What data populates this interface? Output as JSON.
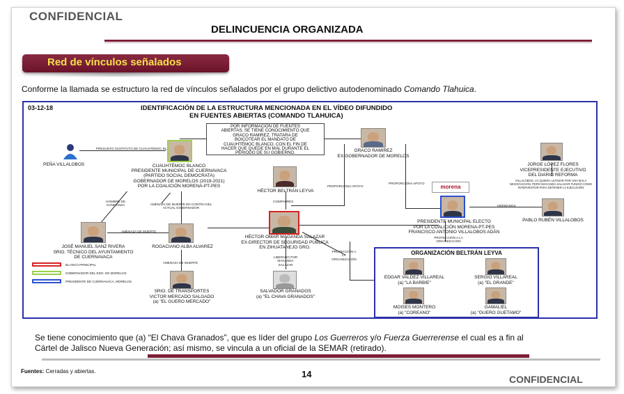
{
  "header": {
    "confidential_top": "CONFIDENCIAL",
    "title": "DELINCUENCIA ORGANIZADA",
    "section_tag": "Red de vínculos  señalados"
  },
  "intro": {
    "text": "Conforme la llamada se  estructuro la red de vínculos señalados por el grupo delictivo autodenominado ",
    "group": "Comando Tlahuica",
    "end": "."
  },
  "chart": {
    "date": "03-12-18",
    "title_line1": "IDENTIFICACIÓN DE LA ESTRUCTURA MENCIONADA EN EL VÍDEO DIFUNDIDO",
    "title_line2": "EN FUENTES ABIERTAS (COMANDO TLAHUICA)",
    "note_box": [
      "POR INFORMACIÓN DE FUENTES",
      "ABIERTAS, SE TIENE CONOCIMIENTO QUE",
      "GRACO RAMIREZ, TRATARA DE",
      "BOICOTEAR EL MANDATO DE",
      "CUAUHTÉMOC BLANCO, CON EL FIN DE",
      "HACER QUE QUEDE EN MAL DURANTE EL",
      "PERIODO DE SU GOBIERNO."
    ],
    "persons": {
      "pena": "PEÑA VILLALOBOS",
      "cuauhtemoc": [
        "CUAUHTÉMOC BLANCO",
        "PRESIDENTE MUNICIPAL DE CUERNAVACA",
        "(PARTIDO SOCIAL DEMOCRATA)",
        "GOBERNADOR DE MORELOS (2019-2021)",
        "POR LA COALICIÓN MORENA-PT-PES"
      ],
      "graco": [
        "GRACO RAMIREZ",
        "EX-GOBERNADOR DE MORELOS"
      ],
      "hector_bl": "HÉCTOR BELTRÁN LEYVA",
      "jorge": [
        "JORGE LÓPEZ FLORES",
        "VICEPRESIDENTE EJECUTIVO",
        "DEL DIARIO REFORMA"
      ],
      "villalobos_adan": [
        "PRESIDENTE MUNICIPAL ELECTO",
        "POR LA COALICIÓN MORENA-PT-PES",
        "FRANCISCO ANTONIO VILLALOBOS ADÁN"
      ],
      "pablo": "PABLO RUBÉN VILLALOBOS",
      "sanz": [
        "JOSÉ MANUEL SANZ RIVERA",
        "SRIO. TÉCNICO DEL AYUNTAMIENTO",
        "DE CUERNAVACA"
      ],
      "rogaciano": "ROGACIANO ALBA ALVAREZ",
      "hector_om": [
        "HÉCTOR OMAR MAGANDA SALAZAR",
        "EX-DIRECTOR DE SEGURIDAD PÚBLICA",
        "EN ZIHUATANEJO GRO."
      ],
      "victor": [
        "SRIO. DE TRANSPORTES",
        "VICTOR MERCADO SALGADO",
        "(a) \"EL GUERO MERCADO\""
      ],
      "salvador": [
        "SALVADOR GRANADOS",
        "(a) \"EL CHAVA GRANADOS\""
      ]
    },
    "links": {
      "presunto": "PRESUNTO SUSTITUTO DE CUAUHTÉMOC BLANCO",
      "hombre": "HOMBRE DE CONFIANZA",
      "amenaza_contra": "AMENAZA DE MUERTE EN CONTRA DEL ACTUAL GOBERNADOR",
      "amenaza1": "AMENAZA DE MUERTE",
      "amenaza2": "AMENAZA DE MUERTE",
      "compadres": "COMPADRES",
      "apoyo1": "PROPORCIONA APOYO",
      "apoyo2": "PROPORCIONA APOYO",
      "liberado": "LIBERADO POR MAGANDA SALAZAR",
      "proteccion1": "PROTECCIÓN A LA ORGANIZACIÓN",
      "proteccion2": "PROTECCIÓN A LA ORGANIZACIÓN",
      "hermanos": "HERMANOS",
      "villalobos_note": "VILLALOBOS, LO QUIERA ULTIMAR POR UNA MALA NEGOCIACIÓN, PERO MAGANDA SALAZAR FUNGIÓ COMO INTERVENTOR PARA DETENER LA EJECUCIÓN"
    },
    "morena_logo": "morena",
    "legend": [
      {
        "label": "BLANCO PRINCIPAL",
        "color": "#d82222"
      },
      {
        "label": "GOBERNADOR DEL EDO. DE MORELOS",
        "color": "#9bd04b"
      },
      {
        "label": "PRESIDENTE DE CUERNAVACA, MORELOS",
        "color": "#2a50d0"
      }
    ],
    "org": {
      "title": "ORGANIZACIÓN BELTRÁN LEYVA",
      "members": [
        [
          "EDGAR VALDEZ VILLAREAL",
          "(a) \"LA BARBIE\""
        ],
        [
          "SERGIO VILLAREAL",
          "(a) \"EL GRANDE\""
        ],
        [
          "MOISES MONTERO",
          "(a) \"COREANO\""
        ],
        [
          "GAMALIEL",
          "(a) \"GUERO GUETAMO\""
        ]
      ]
    }
  },
  "bottom": {
    "p1": "Se tiene conocimiento que (a) “El Chava Granados”, que es líder del grupo ",
    "g1": "Los Guerreros",
    "p2": " y/o ",
    "g2": "Fuerza Guerrerense",
    "p3": " el cual es a fin  al",
    "line2": "Cártel de Jalisco Nueva Generación; así mismo, se vincula a un oficial de la SEMAR (retirado)."
  },
  "footer": {
    "fuentes_label": "Fuentes:",
    "fuentes_value": " Cerradas y abiertas.",
    "page": "14",
    "confidential_bottom": "CONFIDENCIAL"
  },
  "colors": {
    "accent": "#7d1f36",
    "tag_text": "#f5e04a",
    "chart_border": "#2a32a6"
  }
}
